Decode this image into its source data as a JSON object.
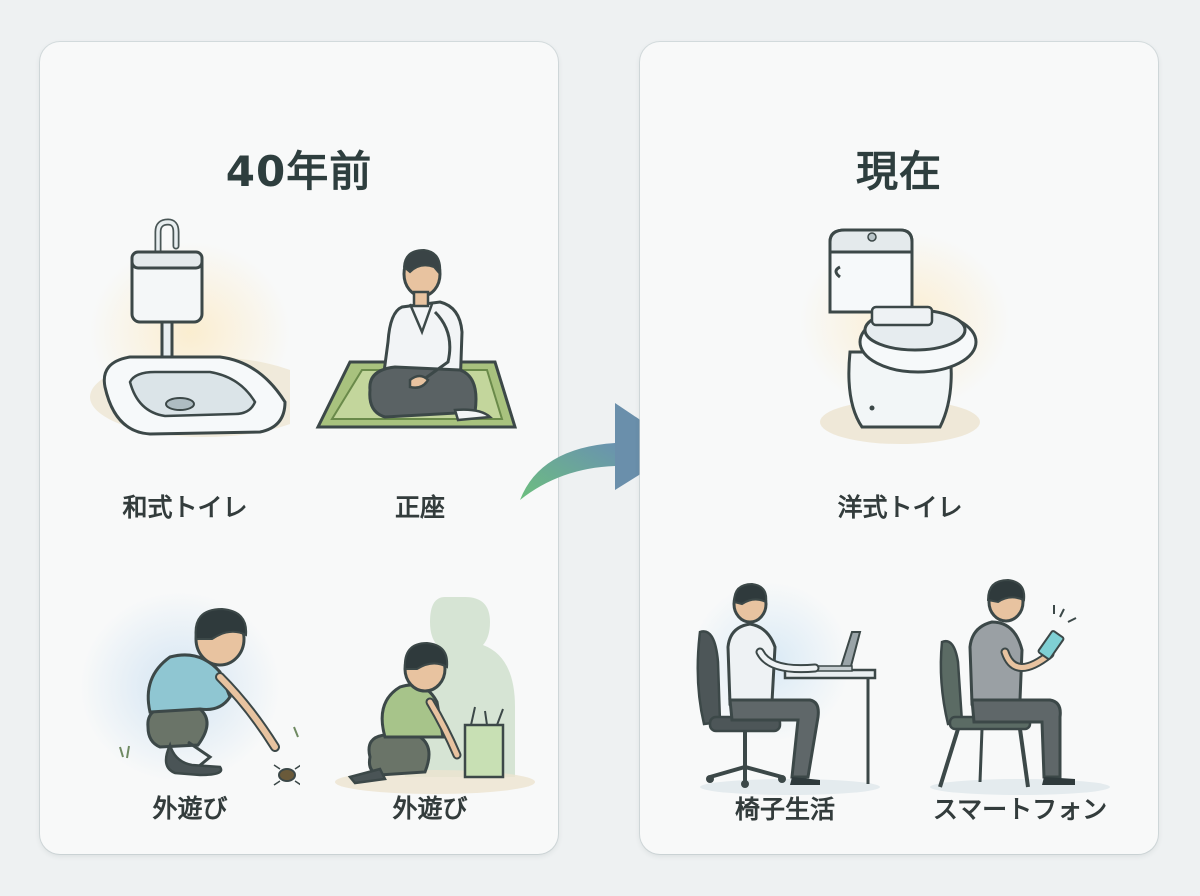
{
  "panels": {
    "before": {
      "title": "40年前",
      "items": [
        {
          "label": "和式トイレ",
          "icon": "squat-toilet-icon"
        },
        {
          "label": "正座",
          "icon": "seiza-person-icon"
        },
        {
          "label": "外遊び",
          "icon": "boy-crouching-bug-icon"
        },
        {
          "label": "外遊び",
          "icon": "child-playing-icon"
        }
      ]
    },
    "now": {
      "title": "現在",
      "items": [
        {
          "label": "洋式トイレ",
          "icon": "western-toilet-icon"
        },
        {
          "label": "椅子生活",
          "icon": "chair-desk-person-icon"
        },
        {
          "label": "スマートフォン",
          "icon": "smartphone-person-icon"
        }
      ]
    }
  },
  "transition_icon": "curved-arrow-icon",
  "colors": {
    "background": "#eef1f2",
    "panel": "#f8f9f9",
    "text": "#2e3e3e",
    "arrow_start": "#6cbf7e",
    "arrow_end": "#6a92b0"
  }
}
